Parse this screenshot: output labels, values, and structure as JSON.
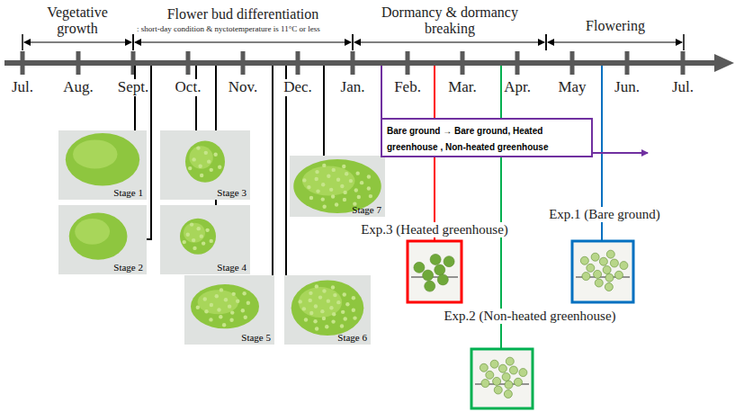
{
  "diagram": {
    "nodes": [
      {
        "text": [
          "Stage 1"
        ]
      },
      {
        "text": [
          "Stage 2"
        ]
      },
      {
        "text": [
          "Stage 3"
        ]
      },
      {
        "text": [
          "Stage 4"
        ]
      },
      {
        "text": [
          "Stage 5"
        ]
      },
      {
        "text": [
          "Stage 6"
        ]
      },
      {
        "text": [
          "Stage 7"
        ]
      },
      {
        "text": [
          "Bare ground → Bare ground, Heated greenhouse , Non-heated greenhouse"
        ]
      }
    ],
    "labels": [
      "Vegetative growth",
      "Flower bud differentiation",
      ": short-day condition & nyctotemperature is 11°C or less",
      "Dormancy & dormancy breaking",
      "Flowering",
      "Jul.",
      "Aug.",
      "Sept.",
      "Oct.",
      "Nov.",
      "Dec.",
      "Jan.",
      "Feb.",
      "Mar.",
      "Apr.",
      "May",
      "Jun.",
      "Jul.",
      "Exp.3 (Heated greenhouse)",
      "Exp.1 (Bare ground)",
      "Exp.2 (Non-heated greenhouse)"
    ]
  }
}
